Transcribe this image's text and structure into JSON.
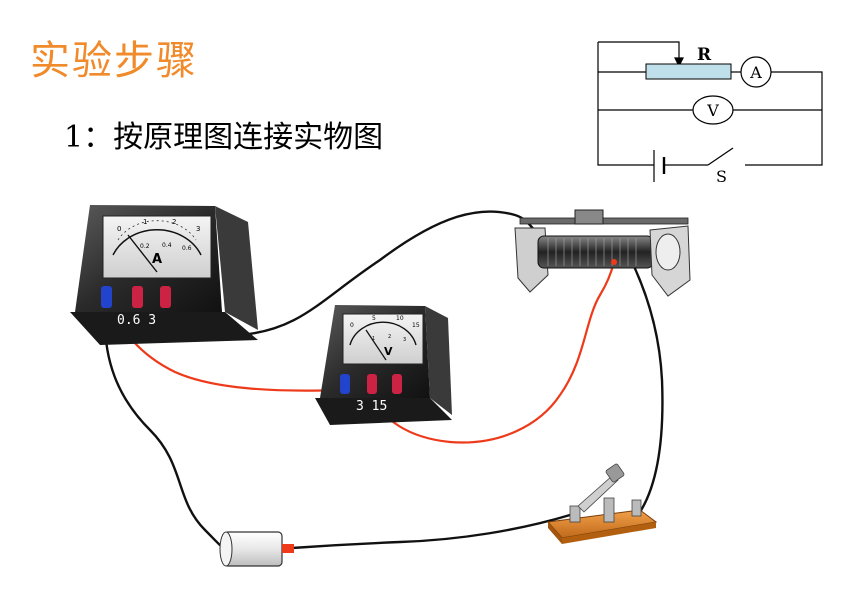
{
  "title": "实验步骤",
  "step1": "1：按原理图连接实物图",
  "schematic": {
    "resistor_label": "R",
    "ammeter_label": "A",
    "voltmeter_label": "V",
    "switch_label": "S"
  },
  "ammeter": {
    "symbol": "A",
    "terminal_labels": "0.6  3",
    "scale_labels": [
      "0",
      "1",
      "2",
      "3"
    ],
    "scale_labels_lower": [
      "0.2",
      "0.4",
      "0.6"
    ]
  },
  "voltmeter": {
    "symbol": "V",
    "terminal_labels": "3  15",
    "scale_labels": [
      "0",
      "5",
      "10",
      "15"
    ],
    "scale_labels_lower": [
      "1",
      "2",
      "3"
    ]
  },
  "colors": {
    "title": "#f08a2a",
    "wire_black": "#111111",
    "wire_red": "#ee3a1a",
    "schematic_resistor": "#bfe0ea",
    "switch_base": "#e4862c"
  }
}
